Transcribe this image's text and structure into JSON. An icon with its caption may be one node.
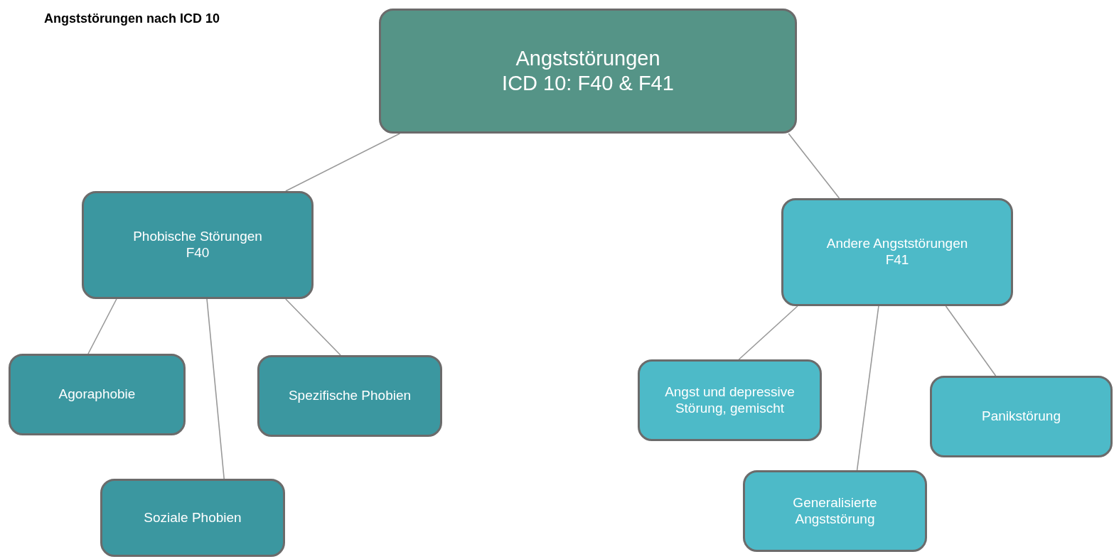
{
  "diagram": {
    "title": "Angststörungen nach ICD 10",
    "nodes": [
      {
        "text": [
          "Angststörungen",
          "ICD 10: F40 & F41"
        ]
      },
      {
        "text": [
          "Phobische Störungen",
          "F40"
        ]
      },
      {
        "text": [
          "Agoraphobie"
        ]
      },
      {
        "text": [
          "Spezifische Phobien"
        ]
      },
      {
        "text": [
          "Soziale Phobien"
        ]
      },
      {
        "text": [
          "Andere Angststörungen",
          "F41"
        ]
      },
      {
        "text": [
          "Angst und depressive Störung, gemischt"
        ]
      },
      {
        "text": [
          "Panikstörung"
        ]
      },
      {
        "text": [
          "Generalisierte Angststörung"
        ]
      }
    ],
    "edges": [
      {
        "from": 0,
        "to": 1,
        "arrow": "none"
      },
      {
        "from": 0,
        "to": 5,
        "arrow": "none"
      },
      {
        "from": 1,
        "to": 2,
        "arrow": "none"
      },
      {
        "from": 1,
        "to": 4,
        "arrow": "none"
      },
      {
        "from": 1,
        "to": 3,
        "arrow": "none"
      },
      {
        "from": 5,
        "to": 6,
        "arrow": "none"
      },
      {
        "from": 5,
        "to": 8,
        "arrow": "none"
      },
      {
        "from": 5,
        "to": 7,
        "arrow": "none"
      }
    ]
  }
}
